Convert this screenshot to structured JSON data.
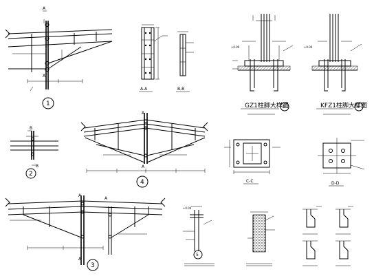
{
  "drawing": {
    "details": [
      {
        "id": "1",
        "marker": "1",
        "sections": [
          "A",
          "A"
        ]
      },
      {
        "id": "2",
        "marker": "2",
        "sections": [
          "B",
          "B"
        ]
      },
      {
        "id": "3",
        "marker": "3",
        "sections": [
          "A",
          "A"
        ]
      },
      {
        "id": "4",
        "marker": "4",
        "sections": [
          "A",
          "A"
        ]
      },
      {
        "id": "5",
        "marker": "5"
      }
    ],
    "section_views": {
      "aa_top": "A-A",
      "bb_top": "B-B",
      "cc": "C-C",
      "dd": "D-D"
    },
    "column_bases": {
      "gz1_title": "GZ1柱脚大样图",
      "gz1_marker": "A",
      "kfz1_title": "KFZ1柱脚大样图",
      "kfz1_marker": "B"
    },
    "labels": {
      "grid_a": "A",
      "grid_b": "B",
      "grid_c": "C",
      "grid_d": "D"
    }
  }
}
